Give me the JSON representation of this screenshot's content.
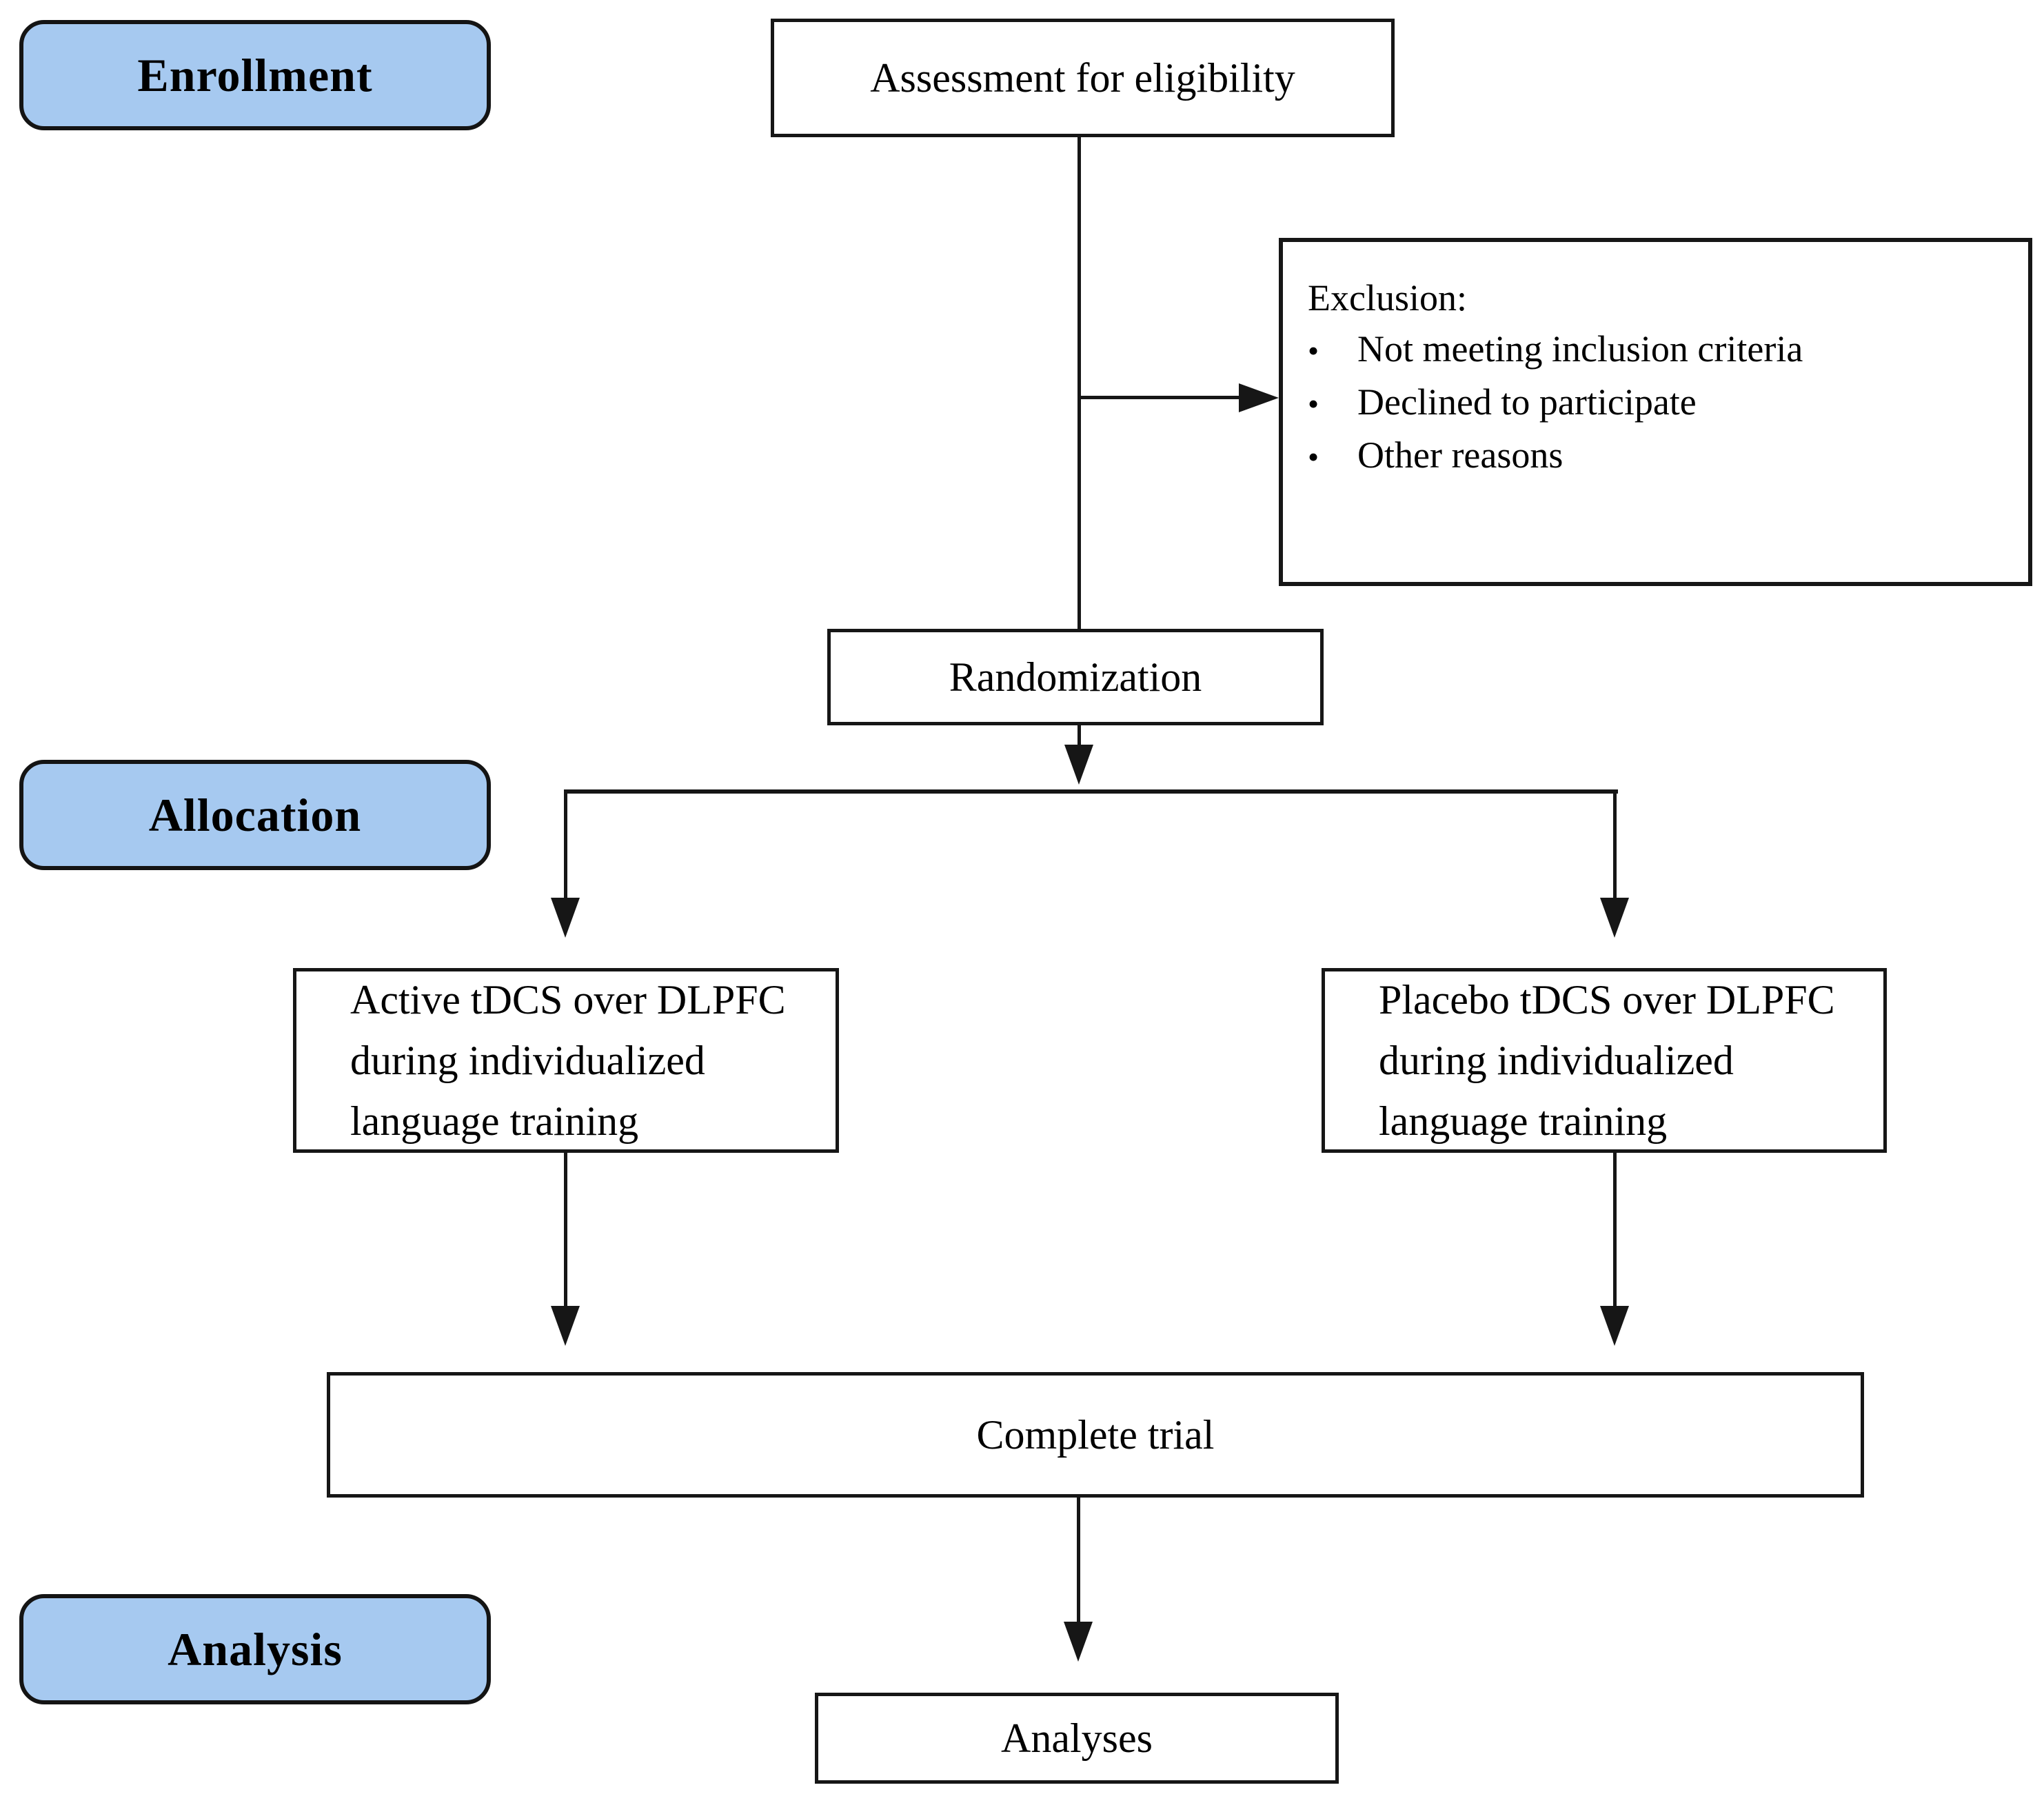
{
  "diagram": {
    "stage_labels": {
      "enrollment": "Enrollment",
      "allocation": "Allocation",
      "analysis": "Analysis"
    },
    "nodes": {
      "assessment": "Assessment for eligibility",
      "exclusion": {
        "title": "Exclusion:",
        "bullet_char": "•",
        "items": [
          "Not meeting inclusion criteria",
          "Declined to participate",
          "Other reasons"
        ]
      },
      "randomization": "Randomization",
      "allocation_left": "Active tDCS over DLPFC\nduring individualized\nlanguage training",
      "allocation_right": "Placebo tDCS over DLPFC\nduring individualized\nlanguage training",
      "complete_trial": "Complete trial",
      "analyses": "Analyses"
    },
    "colors": {
      "stage_fill": "#a6c9f0",
      "stage_border": "#141414",
      "node_border": "#161616",
      "node_fill": "#ffffff",
      "line": "#161616",
      "text": "#000000",
      "background": "#ffffff"
    }
  }
}
